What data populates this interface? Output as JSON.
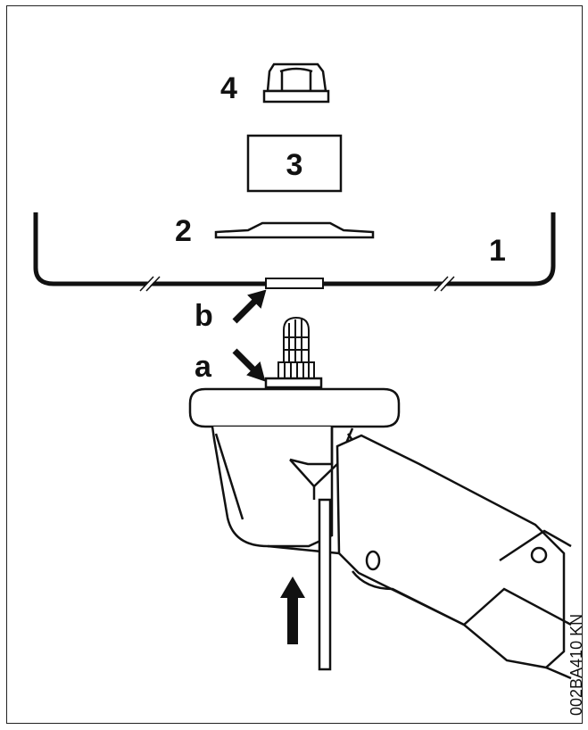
{
  "diagram": {
    "labels": {
      "cutting_disc": "1",
      "thrust_plate": "2",
      "part_3": "3",
      "nut": "4",
      "arrow_b": "b",
      "arrow_a": "a"
    },
    "figure_code": "002BA410 KN",
    "colors": {
      "line": "#111111",
      "fill": "#ffffff",
      "background": "#ffffff"
    }
  }
}
